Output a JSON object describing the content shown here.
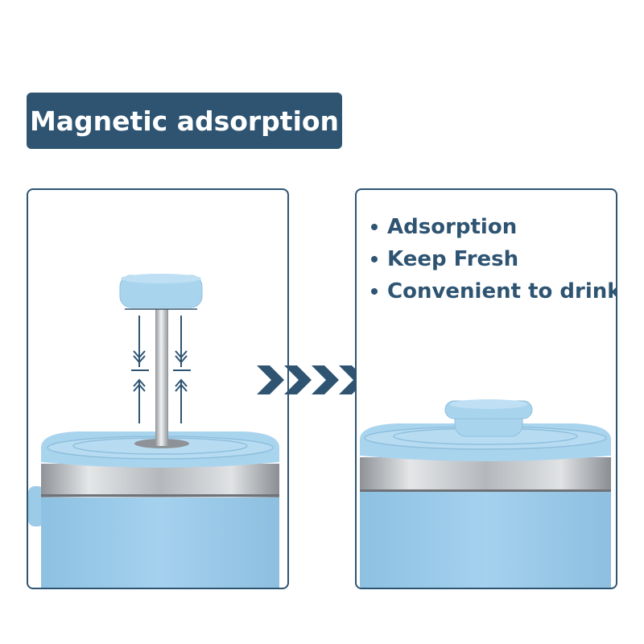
{
  "title": "Magnetic adsorption",
  "features": [
    {
      "label": "Adsorption"
    },
    {
      "label": "Keep Fresh"
    },
    {
      "label": "Convenient to drink"
    }
  ],
  "colors": {
    "navy": "#2e5472",
    "mug_blue": "#9ccbe8",
    "lid_blue": "#a9d4ee",
    "steel": "#b9bdc1",
    "white": "#ffffff"
  },
  "icons": {
    "transition": "chevron-right-icon",
    "motion": "up-down-arrows-icon"
  }
}
